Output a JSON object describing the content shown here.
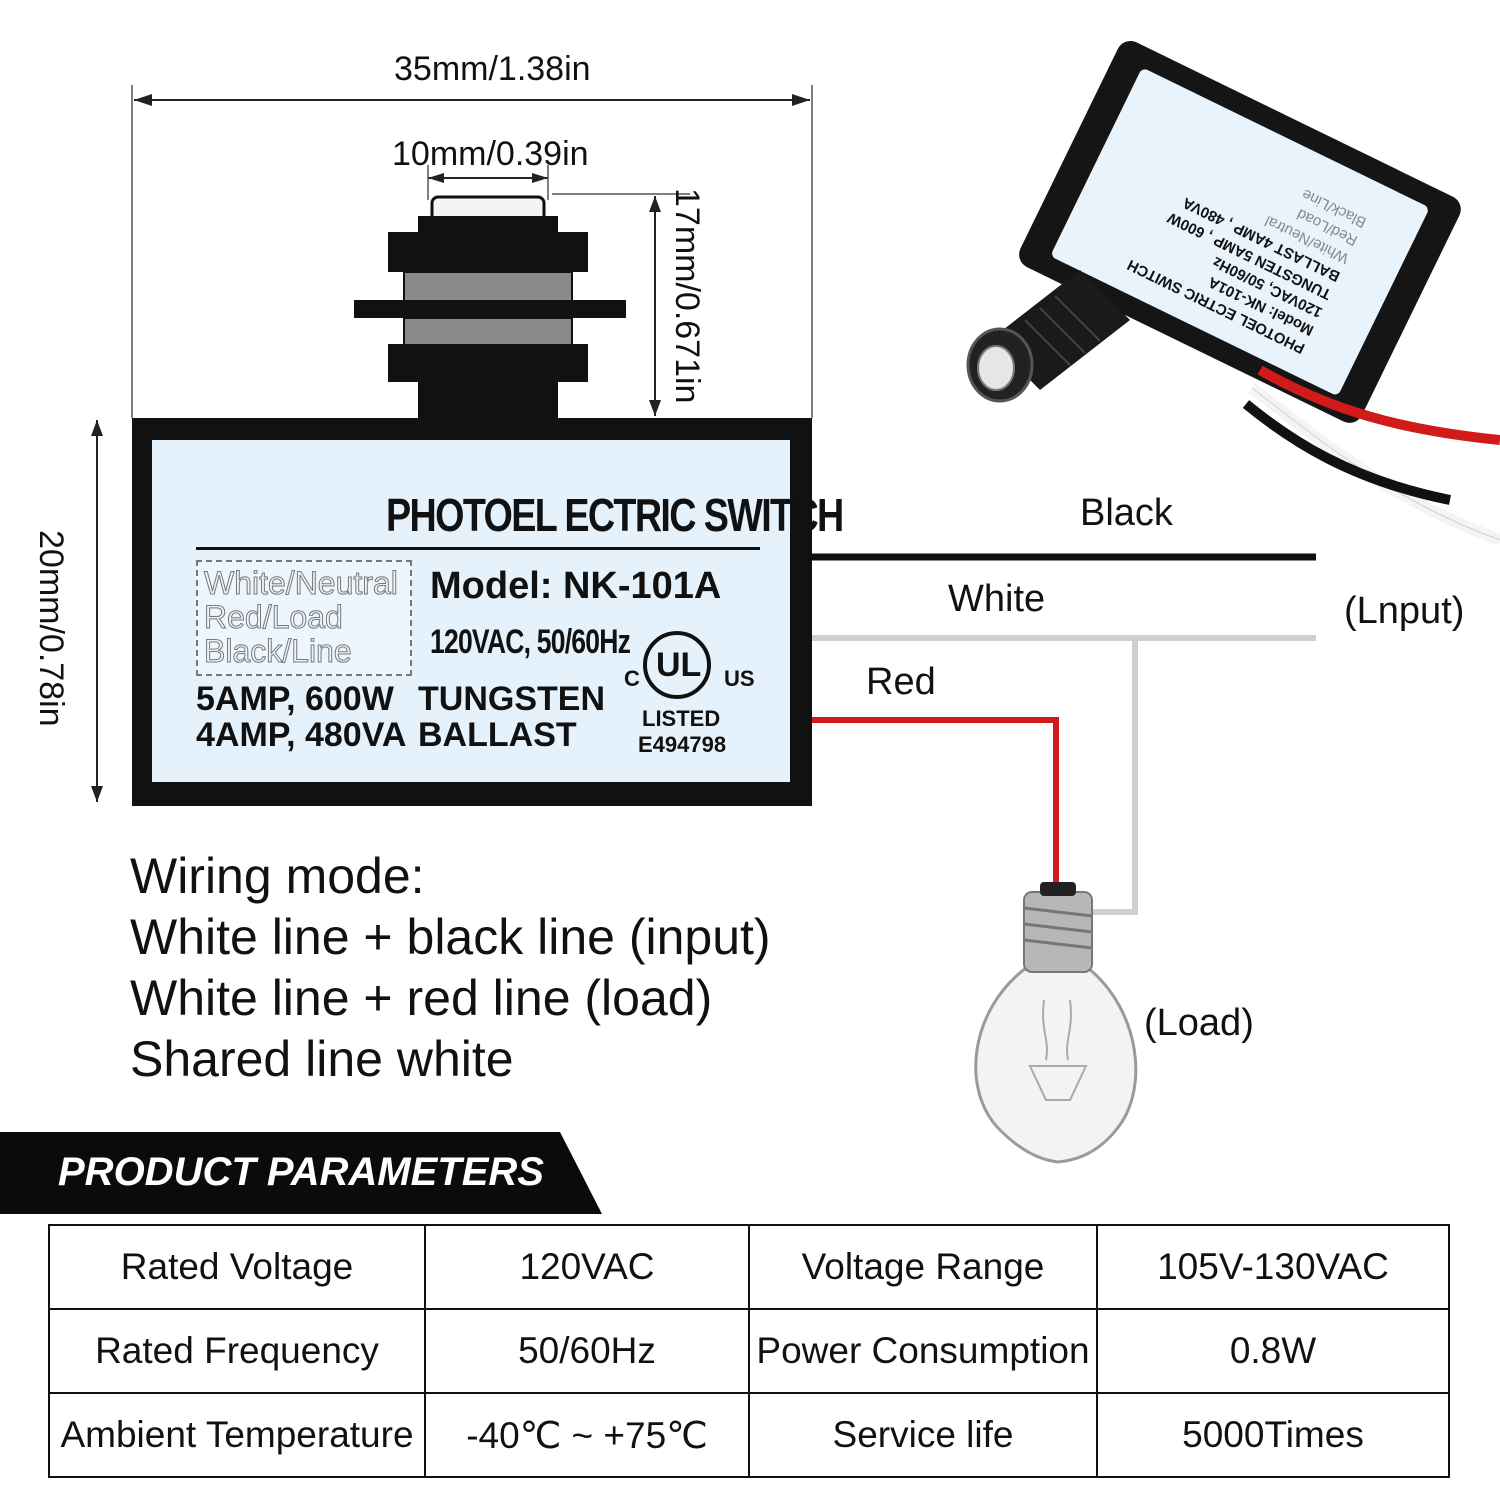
{
  "dimensions": {
    "width": "35mm/1.38in",
    "lens": "10mm/0.39in",
    "stem": "17mm/0.671in",
    "body": "20mm/0.78in"
  },
  "device_label": {
    "title": "PHOTOEL ECTRIC SWITCH",
    "wire_legend": [
      "White/Neutral",
      "Red/Load",
      "Black/Line"
    ],
    "model": "Model:  NK-101A",
    "voltage": "120VAC, 50/60Hz",
    "spec_line_1_left": "5AMP, 600W",
    "spec_line_1_right": "TUNGSTEN",
    "spec_line_2_left": "4AMP, 480VA",
    "spec_line_2_right": "BALLAST",
    "cert_c": "C",
    "cert_ul": "UL",
    "cert_us": "US",
    "cert_listed": "LISTED",
    "cert_number": "E494798"
  },
  "wires": {
    "black": "Black",
    "white": "White",
    "red": "Red",
    "input_label": "(Lnput)",
    "load_label": "(Load)",
    "colors": {
      "black": "#111111",
      "white": "#cfcfcf",
      "red": "#d11a1a"
    }
  },
  "wiring_mode": [
    "Wiring mode:",
    "White line + black line (input)",
    "White line + red line (load)",
    "Shared line white"
  ],
  "parameters": {
    "heading": "PRODUCT PARAMETERS",
    "rows": [
      [
        "Rated Voltage",
        "120VAC",
        "Voltage Range",
        "105V-130VAC"
      ],
      [
        "Rated Frequency",
        "50/60Hz",
        "Power Consumption",
        "0.8W"
      ],
      [
        "Ambient Temperature",
        "-40℃ ~ +75℃",
        "Service life",
        "5000Times"
      ]
    ]
  },
  "photo_label": {
    "lines": [
      "PHOTOEL ECTRIC SWITCH",
      "Model:  NK-101A",
      "120VAC, 50/60Hz",
      "TUNGSTEN",
      "BALLAST",
      "5AMP , 600W",
      "4AMP , 480VA"
    ],
    "legend": [
      "White/Neutral",
      "Red/Load",
      "Black/Line"
    ]
  }
}
